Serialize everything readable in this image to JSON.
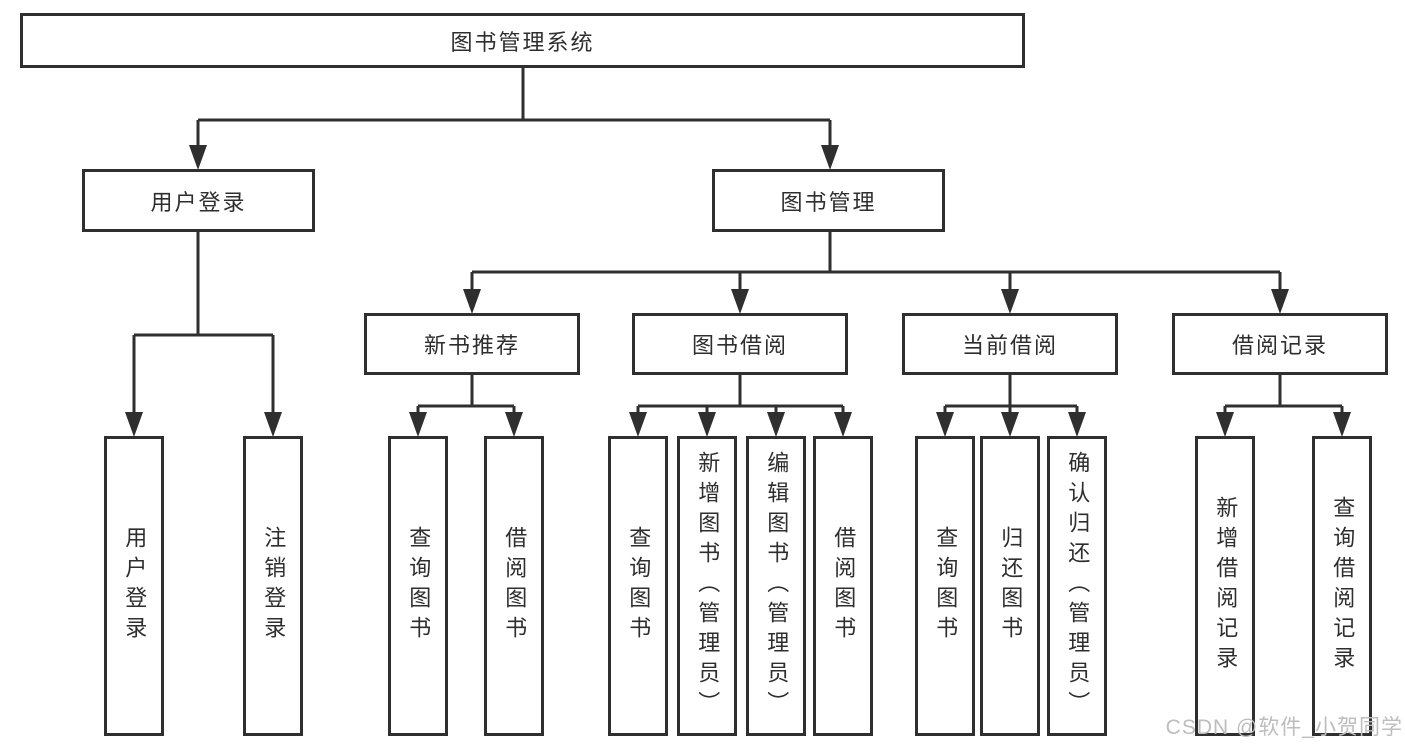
{
  "tree": {
    "label": "图书管理系统",
    "children": [
      {
        "label": "用户登录",
        "children": [
          {
            "label": "用户登录"
          },
          {
            "label": "注销登录"
          }
        ]
      },
      {
        "label": "图书管理",
        "children": [
          {
            "label": "新书推荐",
            "children": [
              {
                "label": "查询图书"
              },
              {
                "label": "借阅图书"
              }
            ]
          },
          {
            "label": "图书借阅",
            "children": [
              {
                "label": "查询图书"
              },
              {
                "label": "新增图书（管理员）"
              },
              {
                "label": "编辑图书（管理员）"
              },
              {
                "label": "借阅图书"
              }
            ]
          },
          {
            "label": "当前借阅",
            "children": [
              {
                "label": "查询图书"
              },
              {
                "label": "归还图书"
              },
              {
                "label": "确认归还（管理员）"
              }
            ]
          },
          {
            "label": "借阅记录",
            "children": [
              {
                "label": "新增借阅记录"
              },
              {
                "label": "查询借阅记录"
              }
            ]
          }
        ]
      }
    ]
  },
  "watermark": {
    "text": "CSDN @软件_小贺同学"
  },
  "colors": {
    "line": "#2f2f2f",
    "text": "#2e2e2e",
    "watermark": "#bdbdbd",
    "background": "#ffffff"
  }
}
